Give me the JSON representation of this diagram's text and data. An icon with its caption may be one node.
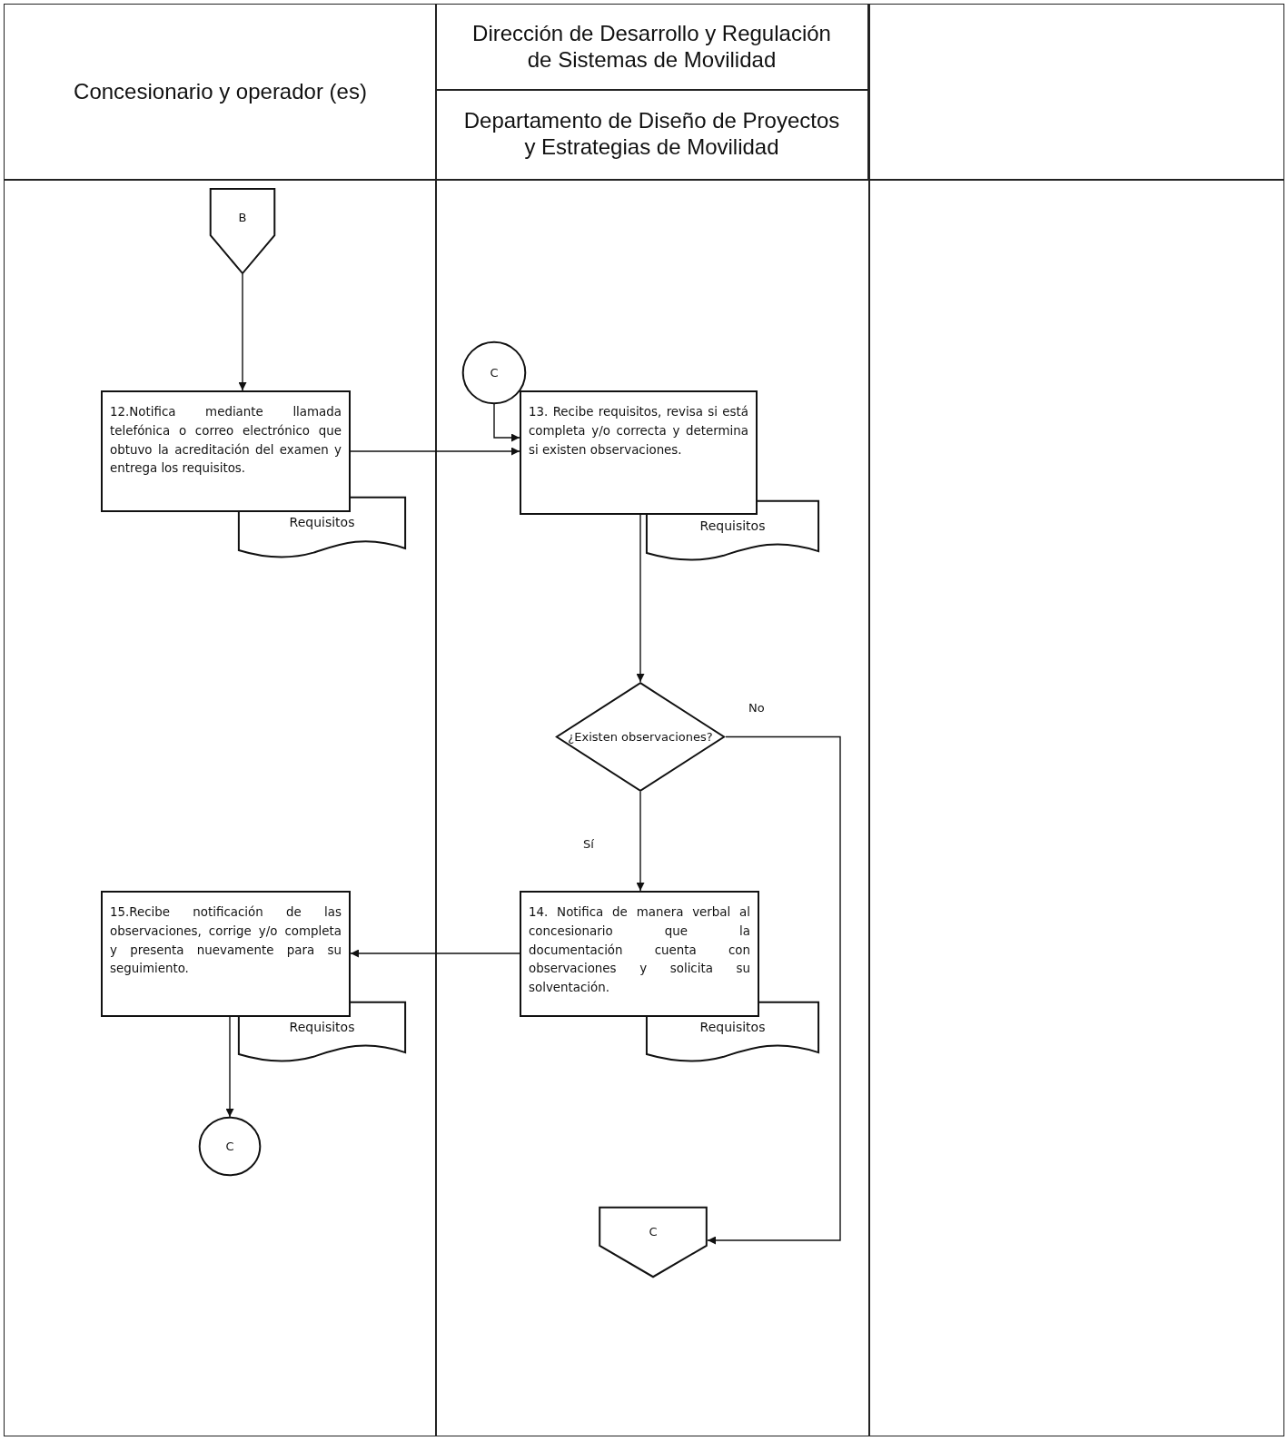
{
  "diagram": {
    "nodes": [
      {
        "text": [
          "Concesionario y operador (es)"
        ]
      },
      {
        "text": [
          "Dirección de Desarrollo y Regulación de Sistemas de Movilidad"
        ]
      },
      {
        "text": [
          "Departamento de Diseño de Proyectos y Estrategias de Movilidad"
        ]
      },
      {
        "text": [
          "B"
        ]
      },
      {
        "text": [
          "12.Notifica mediante llamada telefónica o correo electrónico que obtuvo la acreditación del examen y entrega los requisitos."
        ]
      },
      {
        "text": [
          "Requisitos"
        ]
      },
      {
        "text": [
          "C"
        ]
      },
      {
        "text": [
          "13. Recibe requisitos, revisa si está completa y/o correcta y determina si existen observaciones."
        ]
      },
      {
        "text": [
          "Requisitos"
        ]
      },
      {
        "text": [
          "¿Existen observaciones?"
        ]
      },
      {
        "text": [
          "14. Notifica de manera verbal al concesionario que la documentación cuenta con observaciones y solicita su solventación."
        ]
      },
      {
        "text": [
          "Requisitos"
        ]
      },
      {
        "text": [
          "15.Recibe notificación de las observaciones, corrige y/o completa y presenta nuevamente para su seguimiento."
        ]
      },
      {
        "text": [
          "Requisitos"
        ]
      },
      {
        "text": [
          "C"
        ]
      },
      {
        "text": [
          "C"
        ]
      }
    ],
    "edges": [
      {
        "from": 3,
        "to": 4,
        "arrow": "to"
      },
      {
        "from": 4,
        "to": 7,
        "arrow": "to"
      },
      {
        "from": 6,
        "to": 7,
        "arrow": "to"
      },
      {
        "from": 7,
        "to": 9,
        "arrow": "to"
      },
      {
        "from": 9,
        "to": 10,
        "arrow": "to",
        "label": "Sí"
      },
      {
        "from": 9,
        "to": 15,
        "arrow": "to",
        "label": "No"
      },
      {
        "from": 10,
        "to": 12,
        "arrow": "to"
      },
      {
        "from": 12,
        "to": 14,
        "arrow": "to"
      }
    ]
  }
}
